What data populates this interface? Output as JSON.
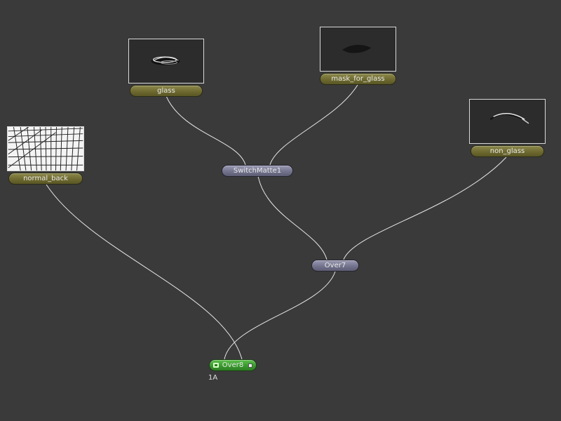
{
  "nodes": {
    "glass": {
      "label": "glass",
      "type": "read"
    },
    "mask_for_glass": {
      "label": "mask_for_glass",
      "type": "read"
    },
    "non_glass": {
      "label": "non_glass",
      "type": "read"
    },
    "normal_back": {
      "label": "normal_back",
      "type": "read"
    },
    "switchmatte": {
      "label": "SwitchMatte1",
      "type": "operator"
    },
    "over7": {
      "label": "Over7",
      "type": "operator"
    },
    "over8": {
      "label": "Over8",
      "type": "operator",
      "sublabel": "1A"
    }
  },
  "connections": [
    [
      "glass",
      "switchmatte"
    ],
    [
      "mask_for_glass",
      "switchmatte"
    ],
    [
      "switchmatte",
      "over7"
    ],
    [
      "non_glass",
      "over7"
    ],
    [
      "over7",
      "over8"
    ],
    [
      "normal_back",
      "over8"
    ]
  ],
  "colors": {
    "background": "#3a3a3a",
    "read_node": "#7a7638",
    "operator_node": "#7c7c96",
    "active_node": "#3a9a2e",
    "wire": "#e6e6e6"
  }
}
